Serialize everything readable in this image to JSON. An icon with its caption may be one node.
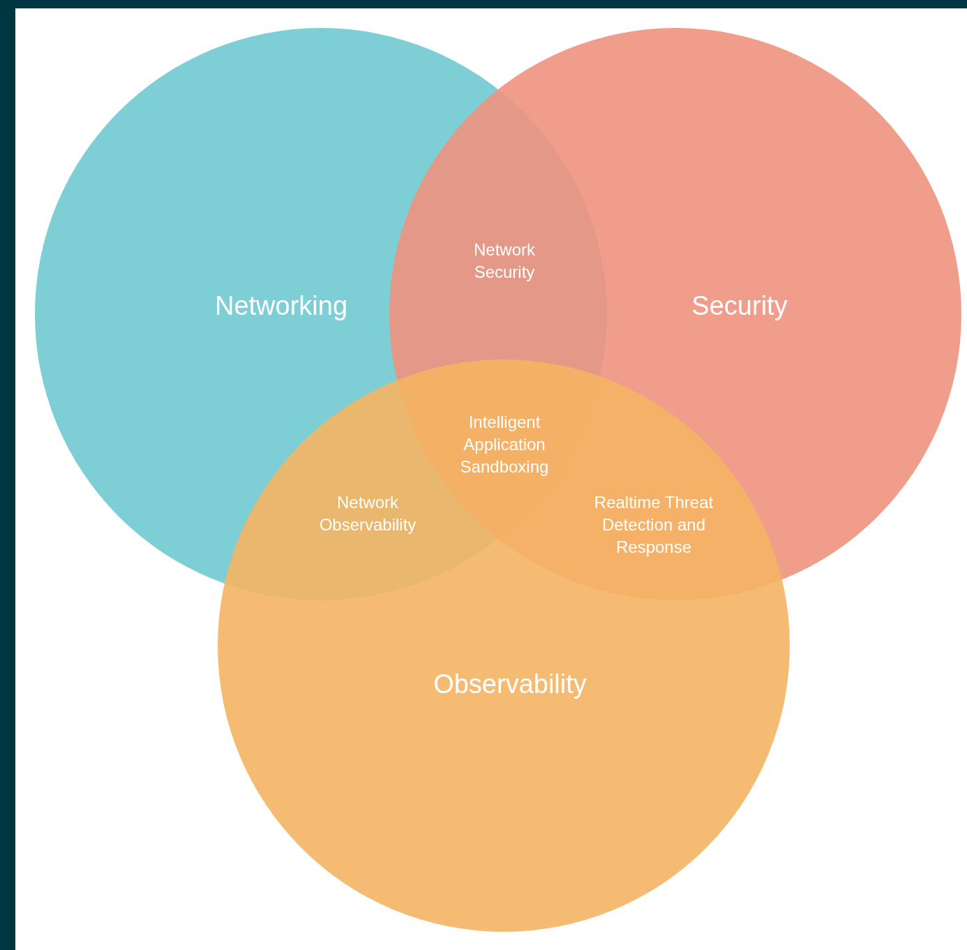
{
  "diagram": {
    "nodes": [
      {
        "text": [
          "Networking"
        ]
      },
      {
        "text": [
          "Security"
        ]
      },
      {
        "text": [
          "Observability"
        ]
      }
    ],
    "labels": [
      "Network Security",
      "Intelligent Application Sandboxing",
      "Network Observability",
      "Realtime Threat Detection and Response"
    ]
  }
}
